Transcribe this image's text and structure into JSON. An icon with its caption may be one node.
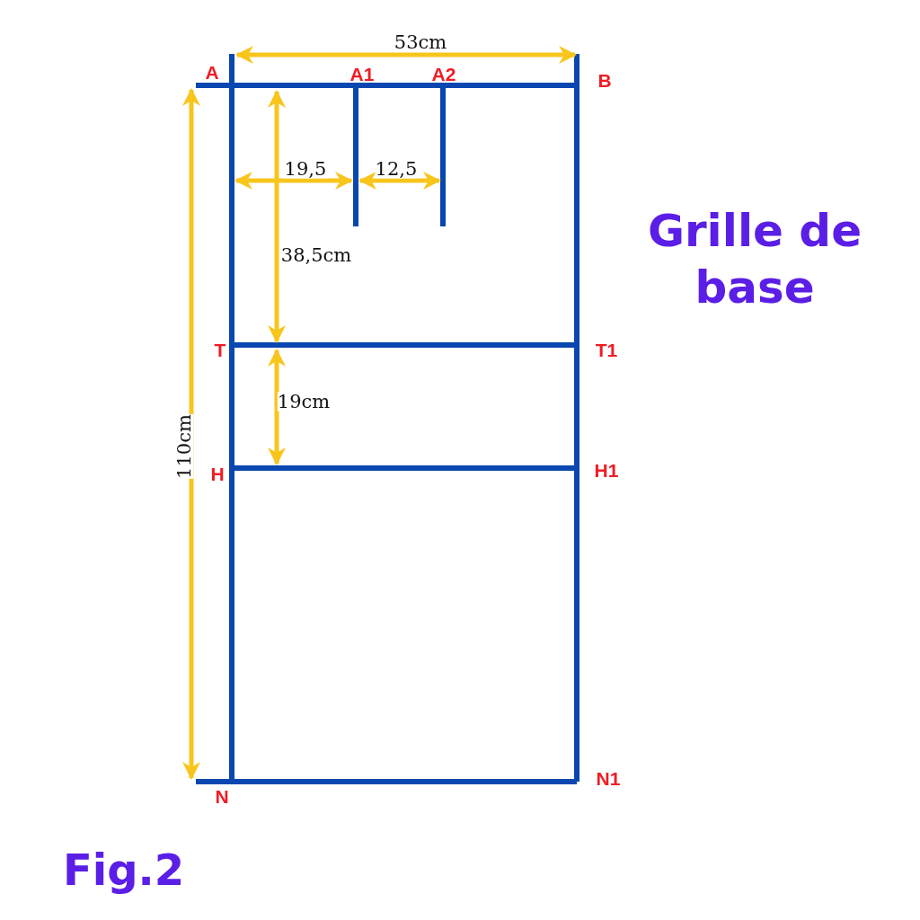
{
  "diagram": {
    "title": "Grille de base",
    "caption": "Fig.2",
    "labels": [
      "53cm",
      "A",
      "A1",
      "A2",
      "B",
      "19,5",
      "12,5",
      "38,5cm",
      "T",
      "T1",
      "19cm",
      "110cm",
      "H",
      "H1",
      "N1",
      "N"
    ]
  }
}
